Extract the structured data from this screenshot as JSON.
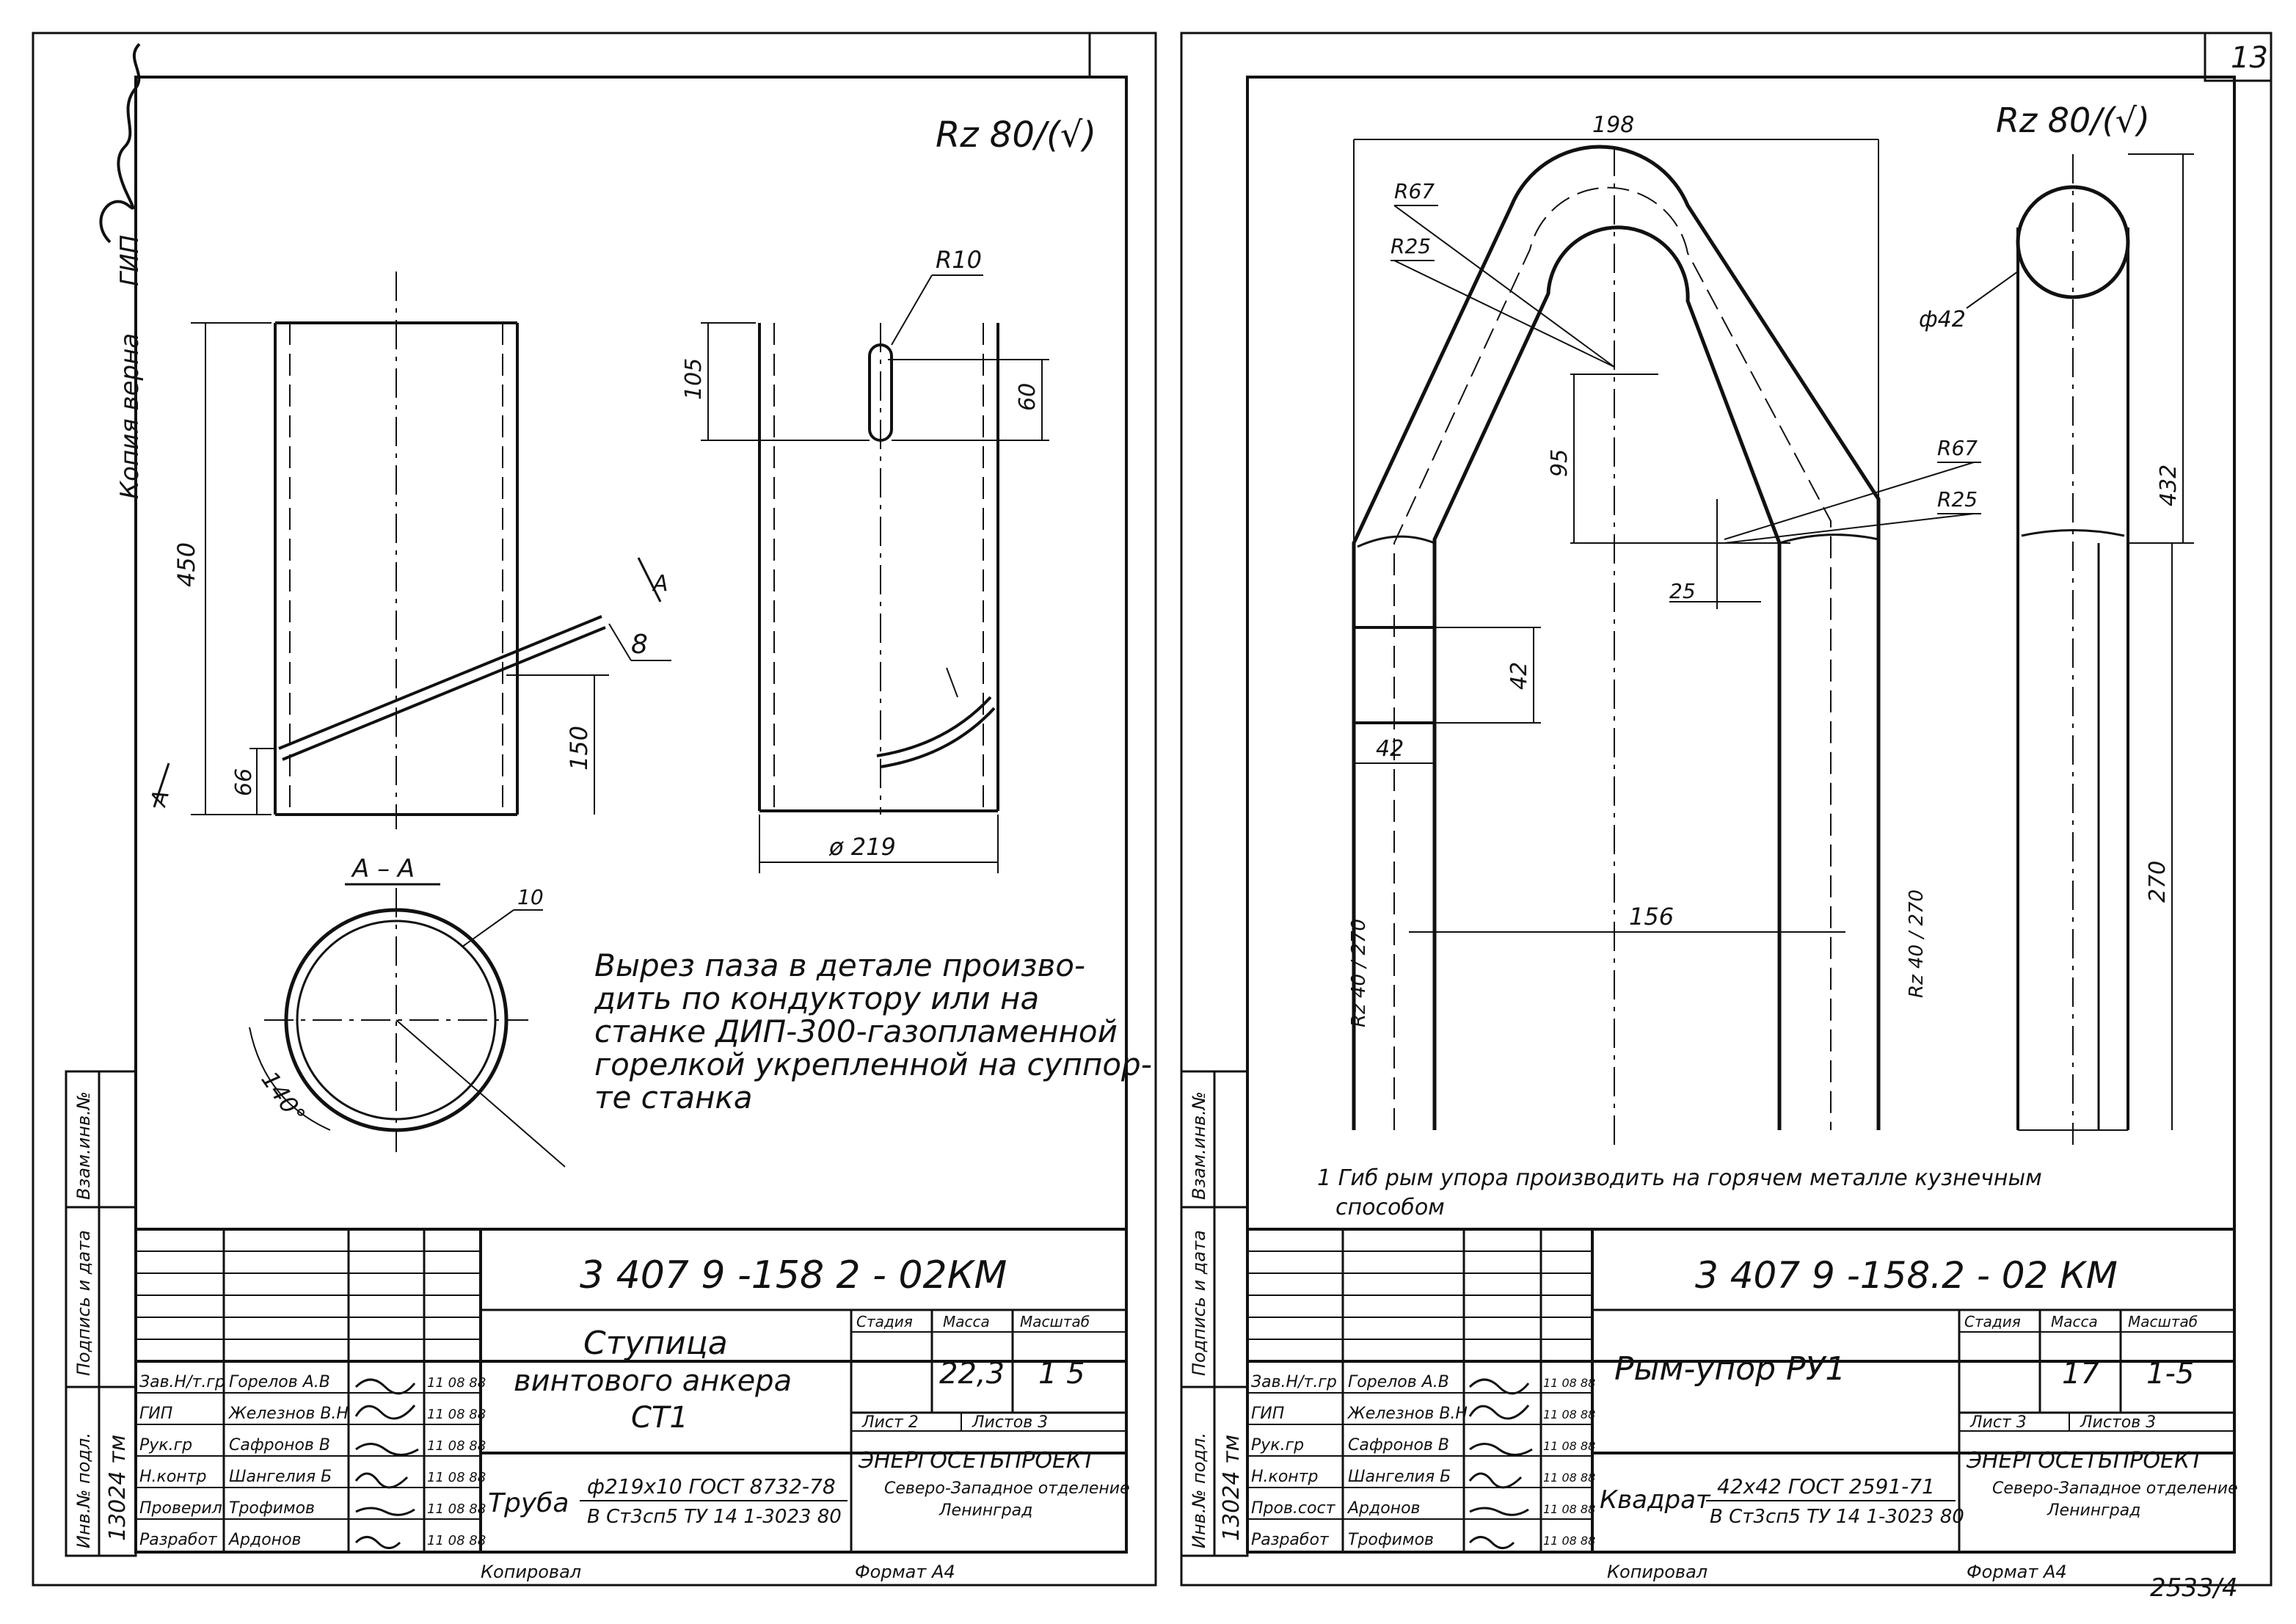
{
  "margin": {
    "copy_note": "Копия верна",
    "gip": "ГИП"
  },
  "page_number": "13",
  "bottom_number": "2533/4",
  "left_sheet": {
    "roughness": "Rz 80/(√)",
    "dims": {
      "h450": "450",
      "h150": "150",
      "h66": "66",
      "weld": "8",
      "section_mark": "A",
      "d219": "ø 219",
      "h105": "105",
      "h60": "60",
      "r10": "R10",
      "section_title": "A – A",
      "angle": "140°",
      "thick": "10"
    },
    "note_lines": [
      "Вырез паза в детале произво-",
      "дить по кондуктору или на",
      "станке ДИП-300-газопламенной",
      "горелкой укрепленной на суппор-",
      "те станка"
    ],
    "title_block": {
      "code": "3 407 9 -158 2 - 02КМ",
      "name_lines": [
        "Ступица",
        "винтового анкера",
        "СТ1"
      ],
      "material_label": "Труба",
      "material_top": "ф219х10 ГОСТ 8732-78",
      "material_bottom": "В Ст3сп5 ТУ 14 1-3023 80",
      "stage_label": "Стадия",
      "mass_label": "Масса",
      "scale_label": "Масштаб",
      "mass": "22,3",
      "scale": "1 5",
      "sheet": "Лист 2",
      "sheets": "Листов 3",
      "org": "ЭНЕРГОСЕТЬПРОЕКТ",
      "org_sub1": "Северо-Западное отделение",
      "org_sub2": "Ленинград",
      "copied": "Копировал",
      "format": "Формат А4",
      "staff": [
        {
          "role": "Зав.Н/т.гр",
          "name": "Горелов А.В",
          "date": "11 08 88"
        },
        {
          "role": "ГИП",
          "name": "Железнов В.Н",
          "date": "11 08 88"
        },
        {
          "role": "Рук.гр",
          "name": "Сафронов В",
          "date": "11 08 88"
        },
        {
          "role": "Н.контр",
          "name": "Шангелия Б",
          "date": "11 08 88"
        },
        {
          "role": "Проверил",
          "name": "Трофимов",
          "date": "11 08 88"
        },
        {
          "role": "Разработ",
          "name": "Ардонов",
          "date": "11 08 88"
        }
      ],
      "side_labels": [
        "Инв.№ подл.",
        "Подпись и дата",
        "Взам.инв.№"
      ],
      "inv": "13024 тм"
    }
  },
  "right_sheet": {
    "roughness": "Rz 80/(√)",
    "dims": {
      "w198": "198",
      "r67": "R67",
      "r25": "R25",
      "r67b": "R67",
      "r25b": "R25",
      "h95": "95",
      "h25": "25",
      "sq42": "42",
      "w42": "42",
      "w156": "156",
      "d42": "ф42",
      "h432": "432",
      "h270": "270",
      "rz270": "Rz 40 / 270"
    },
    "note_lines": [
      "1 Гиб  рым упора  производить  на горячем  металле  кузнечным",
      "способом"
    ],
    "title_block": {
      "code": "3 407 9 -158.2 - 02 КМ",
      "name": "Рым-упор РУ1",
      "material_label": "Квадрат",
      "material_top": "42х42 ГОСТ 2591-71",
      "material_bottom": "В Ст3сп5 ТУ 14 1-3023 80",
      "stage_label": "Стадия",
      "mass_label": "Масса",
      "scale_label": "Масштаб",
      "mass": "17",
      "scale": "1-5",
      "sheet": "Лист 3",
      "sheets": "Листов 3",
      "org": "ЭНЕРГОСЕТЬПРОЕКТ",
      "org_sub1": "Северо-Западное отделение",
      "org_sub2": "Ленинград",
      "copied": "Копировал",
      "format": "Формат А4",
      "staff": [
        {
          "role": "Зав.Н/т.гр",
          "name": "Горелов А.В",
          "date": "11 08 88"
        },
        {
          "role": "ГИП",
          "name": "Железнов В.Н",
          "date": "11 08 88"
        },
        {
          "role": "Рук.гр",
          "name": "Сафронов В",
          "date": "11 08 88"
        },
        {
          "role": "Н.контр",
          "name": "Шангелия Б",
          "date": "11 08 88"
        },
        {
          "role": "Пров.сост",
          "name": "Ардонов",
          "date": "11 08 88"
        },
        {
          "role": "Разработ",
          "name": "Трофимов",
          "date": "11 08 88"
        }
      ],
      "side_labels": [
        "Инв.№ подл.",
        "Подпись и дата",
        "Взам.инв.№"
      ],
      "inv": "13024 тм"
    }
  }
}
